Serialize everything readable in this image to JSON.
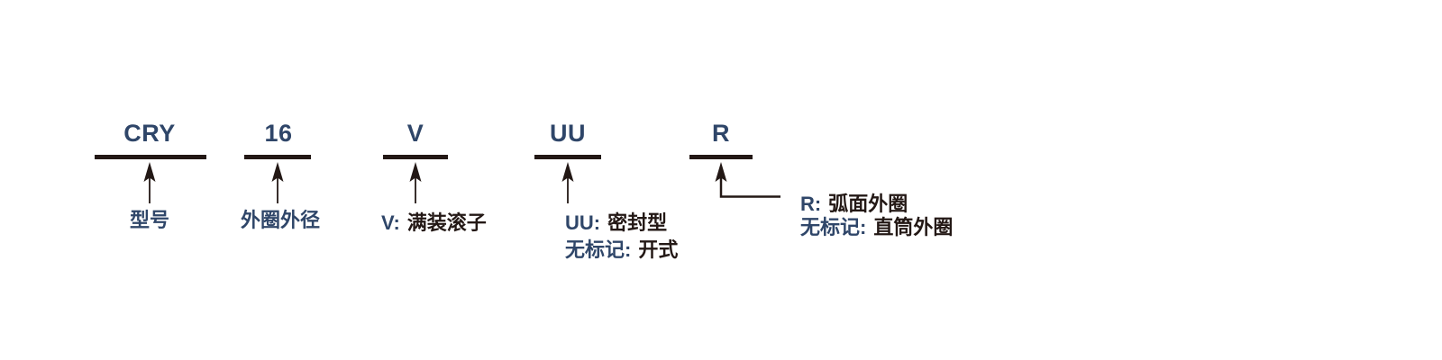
{
  "part_number": {
    "full_code": "CRY 16 V UU R",
    "columns": [
      {
        "code": "CRY",
        "label": "型号"
      },
      {
        "code": "16",
        "label": "外圈外径"
      },
      {
        "code": "V",
        "legend": [
          {
            "key": "V:",
            "value": "满装滚子"
          }
        ]
      },
      {
        "code": "UU",
        "legend": [
          {
            "key": "UU:",
            "value": "密封型"
          },
          {
            "key": "无标记:",
            "value": "开式"
          }
        ]
      },
      {
        "code": "R",
        "legend": [
          {
            "key": "R:",
            "value": "弧面外圈"
          },
          {
            "key": "无标记:",
            "value": "直筒外圈"
          }
        ]
      }
    ]
  },
  "colors": {
    "code_navy": "#2f4669",
    "line_ink": "#231815",
    "background": "#ffffff"
  }
}
